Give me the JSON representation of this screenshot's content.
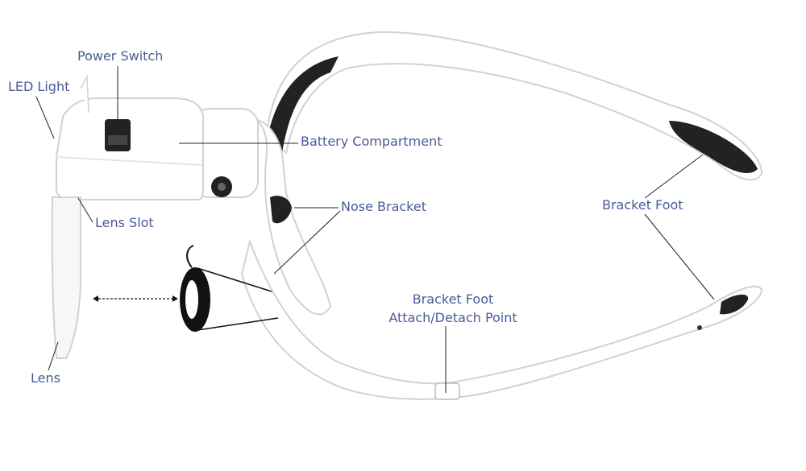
{
  "labels": {
    "power_switch": "Power Switch",
    "led_light": "LED Light",
    "battery_compartment": "Battery Compartment",
    "nose_bracket": "Nose Bracket",
    "lens_slot": "Lens Slot",
    "bracket_foot": "Bracket Foot",
    "attach_line1": "Bracket Foot",
    "attach_line2": "Attach/Detach Point",
    "lens": "Lens"
  },
  "colors": {
    "label": "#4a5a9a",
    "frame": "#ffffff",
    "outline": "#cfd2d6",
    "dark": "#1a1a1a"
  }
}
